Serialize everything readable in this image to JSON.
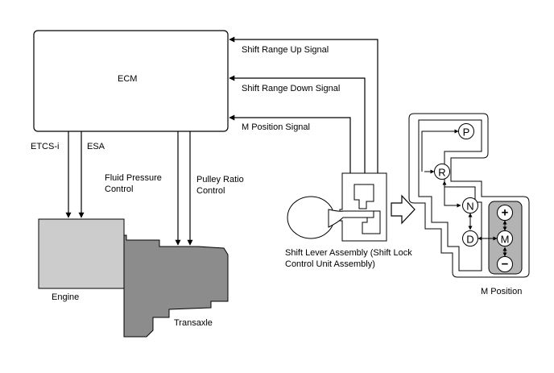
{
  "ecm": {
    "label": "ECM"
  },
  "signals": {
    "up": "Shift Range Up Signal",
    "down": "Shift Range Down Signal",
    "m_position": "M Position Signal"
  },
  "outputs": {
    "etcs": "ETCS-i",
    "esa": "ESA",
    "fluid_pressure_line1": "Fluid Pressure",
    "fluid_pressure_line2": "Control",
    "pulley_ratio_line1": "Pulley Ratio",
    "pulley_ratio_line2": "Control"
  },
  "components": {
    "engine": "Engine",
    "transaxle": "Transaxle",
    "shift_lever_line1": "Shift Lever Assembly (Shift Lock",
    "shift_lever_line2": "Control Unit Assembly)"
  },
  "gate": {
    "caption": "M Position",
    "positions": {
      "p": "P",
      "r": "R",
      "n": "N",
      "d": "D",
      "m": "M",
      "plus": "+",
      "minus": "−"
    }
  },
  "colors": {
    "engine_fill": "#cccccc",
    "transaxle_fill": "#8c8c8c",
    "m_gate_fill": "#b3b3b3"
  }
}
